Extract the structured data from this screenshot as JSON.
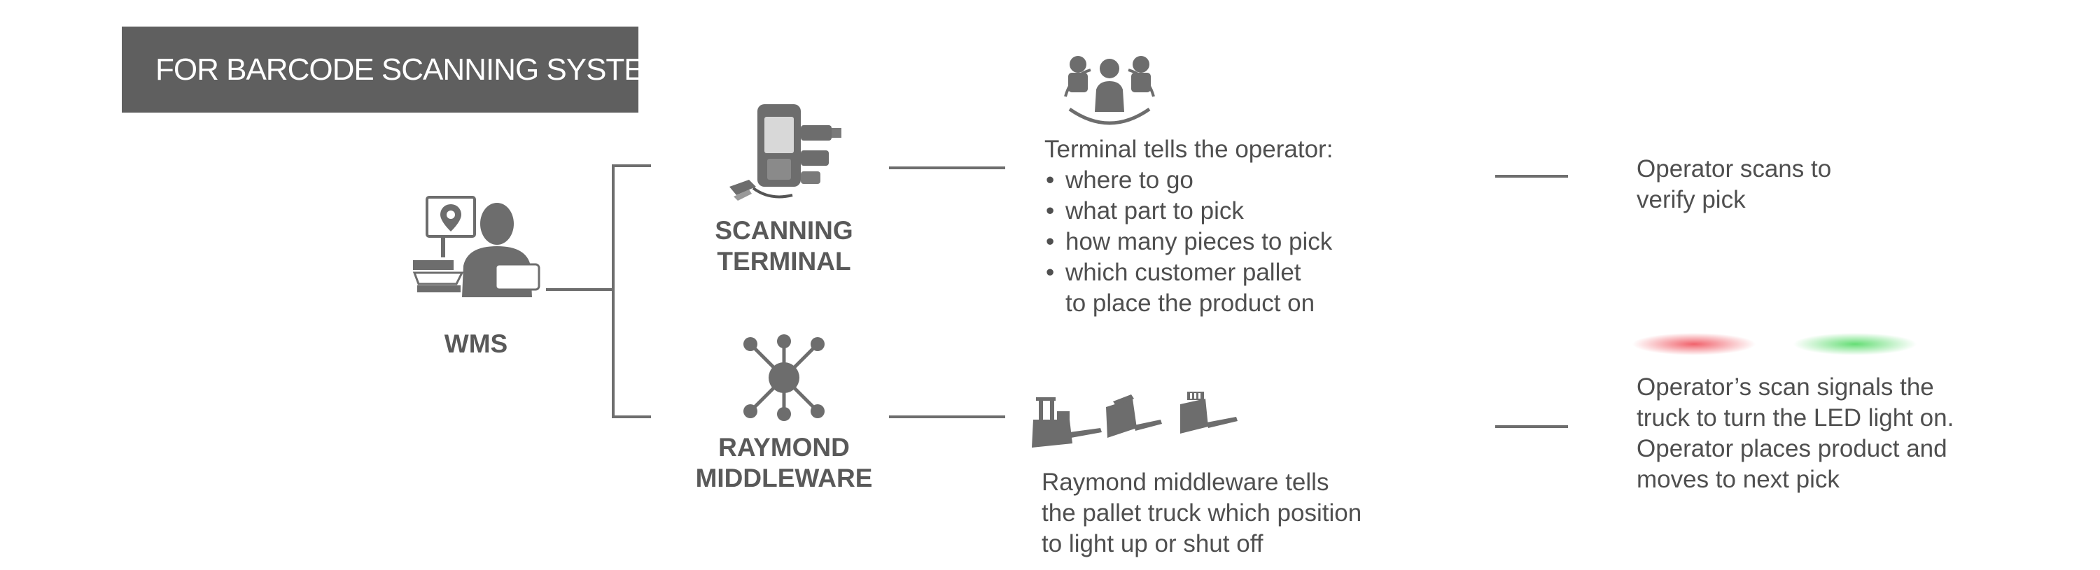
{
  "banner": {
    "title": "FOR BARCODE SCANNING SYSTEMS:"
  },
  "wms": {
    "label": "WMS"
  },
  "scanning_terminal": {
    "label_line1": "SCANNING",
    "label_line2": "TERMINAL"
  },
  "middleware": {
    "label_line1": "RAYMOND",
    "label_line2": "MIDDLEWARE"
  },
  "terminal_text": {
    "heading": "Terminal tells the operator:",
    "bullets": [
      "where to go",
      "what part to pick",
      "how many pieces to pick",
      "which customer pallet"
    ],
    "continuation": "to place the product on"
  },
  "middleware_text": {
    "lines": [
      "Raymond middleware tells",
      "the pallet truck which position",
      "to light up or shut off"
    ]
  },
  "verify_text": {
    "lines": [
      "Operator scans to",
      "verify pick"
    ]
  },
  "signal_text": {
    "lines": [
      "Operator’s scan signals the",
      "truck to turn the LED light on.",
      "Operator places product and",
      "moves to next pick"
    ]
  },
  "colors": {
    "banner": "#5f5f5f",
    "icon_gray": "#6d6d6d",
    "led_red": "#f05a64",
    "led_green": "#5ddc6e"
  },
  "icons": [
    "user-at-computer-icon",
    "handheld-scanner-icon",
    "network-hub-icon",
    "operator-group-icon",
    "pallet-truck-icon",
    "led-light-icon"
  ]
}
